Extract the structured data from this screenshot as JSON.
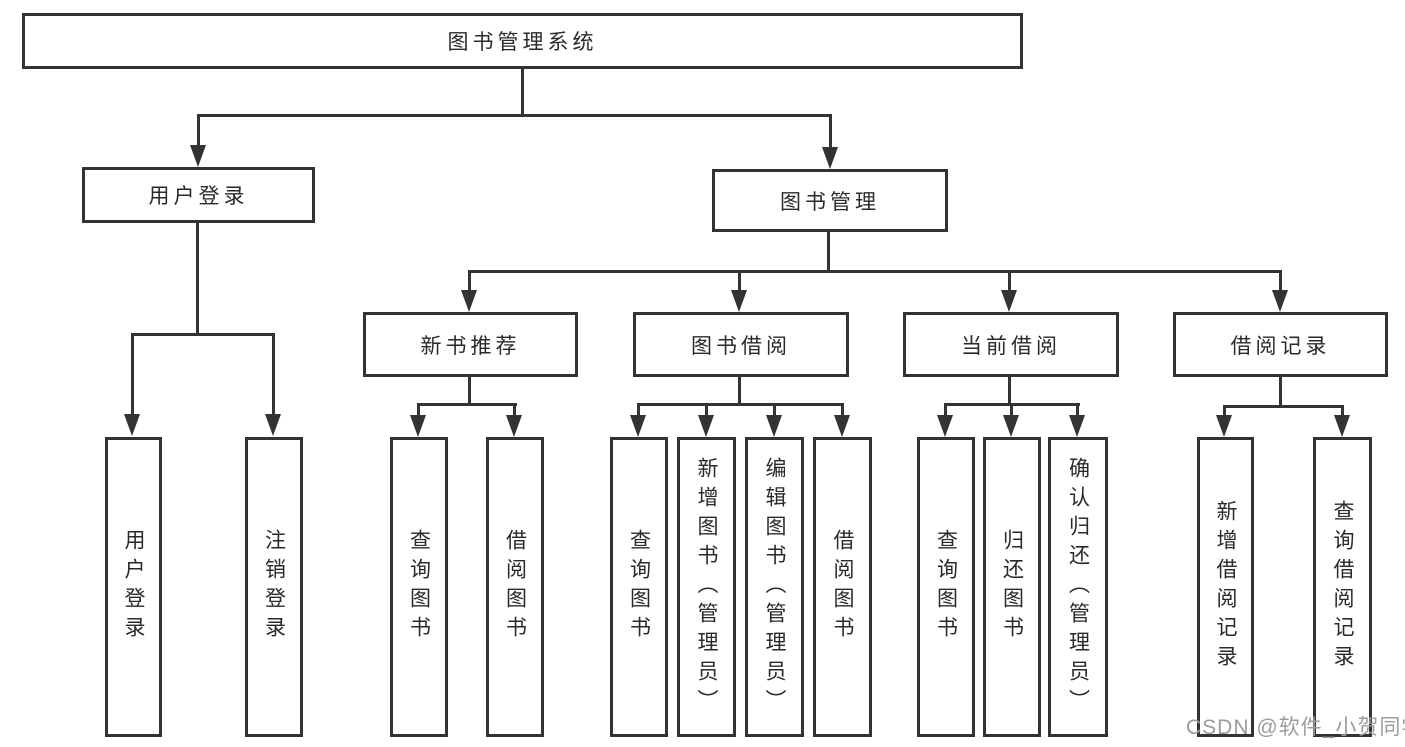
{
  "diagram": {
    "root": {
      "label": "图书管理系统"
    },
    "branches": [
      {
        "label": "用户登录",
        "children": [
          {
            "label": "用户登录"
          },
          {
            "label": "注销登录"
          }
        ]
      },
      {
        "label": "图书管理",
        "children": [
          {
            "label": "新书推荐",
            "children": [
              {
                "label": "查询图书"
              },
              {
                "label": "借阅图书"
              }
            ]
          },
          {
            "label": "图书借阅",
            "children": [
              {
                "label": "查询图书"
              },
              {
                "label": "新增图书（管理员）"
              },
              {
                "label": "编辑图书（管理员）"
              },
              {
                "label": "借阅图书"
              }
            ]
          },
          {
            "label": "当前借阅",
            "children": [
              {
                "label": "查询图书"
              },
              {
                "label": "归还图书"
              },
              {
                "label": "确认归还（管理员）"
              }
            ]
          },
          {
            "label": "借阅记录",
            "children": [
              {
                "label": "新增借阅记录"
              },
              {
                "label": "查询借阅记录"
              }
            ]
          }
        ]
      }
    ],
    "watermark": "CSDN @软件_小贺同学",
    "colors": {
      "line": "#333333",
      "text": "#2a2a2a",
      "watermark": "#9c9c9c",
      "background": "#ffffff"
    }
  }
}
